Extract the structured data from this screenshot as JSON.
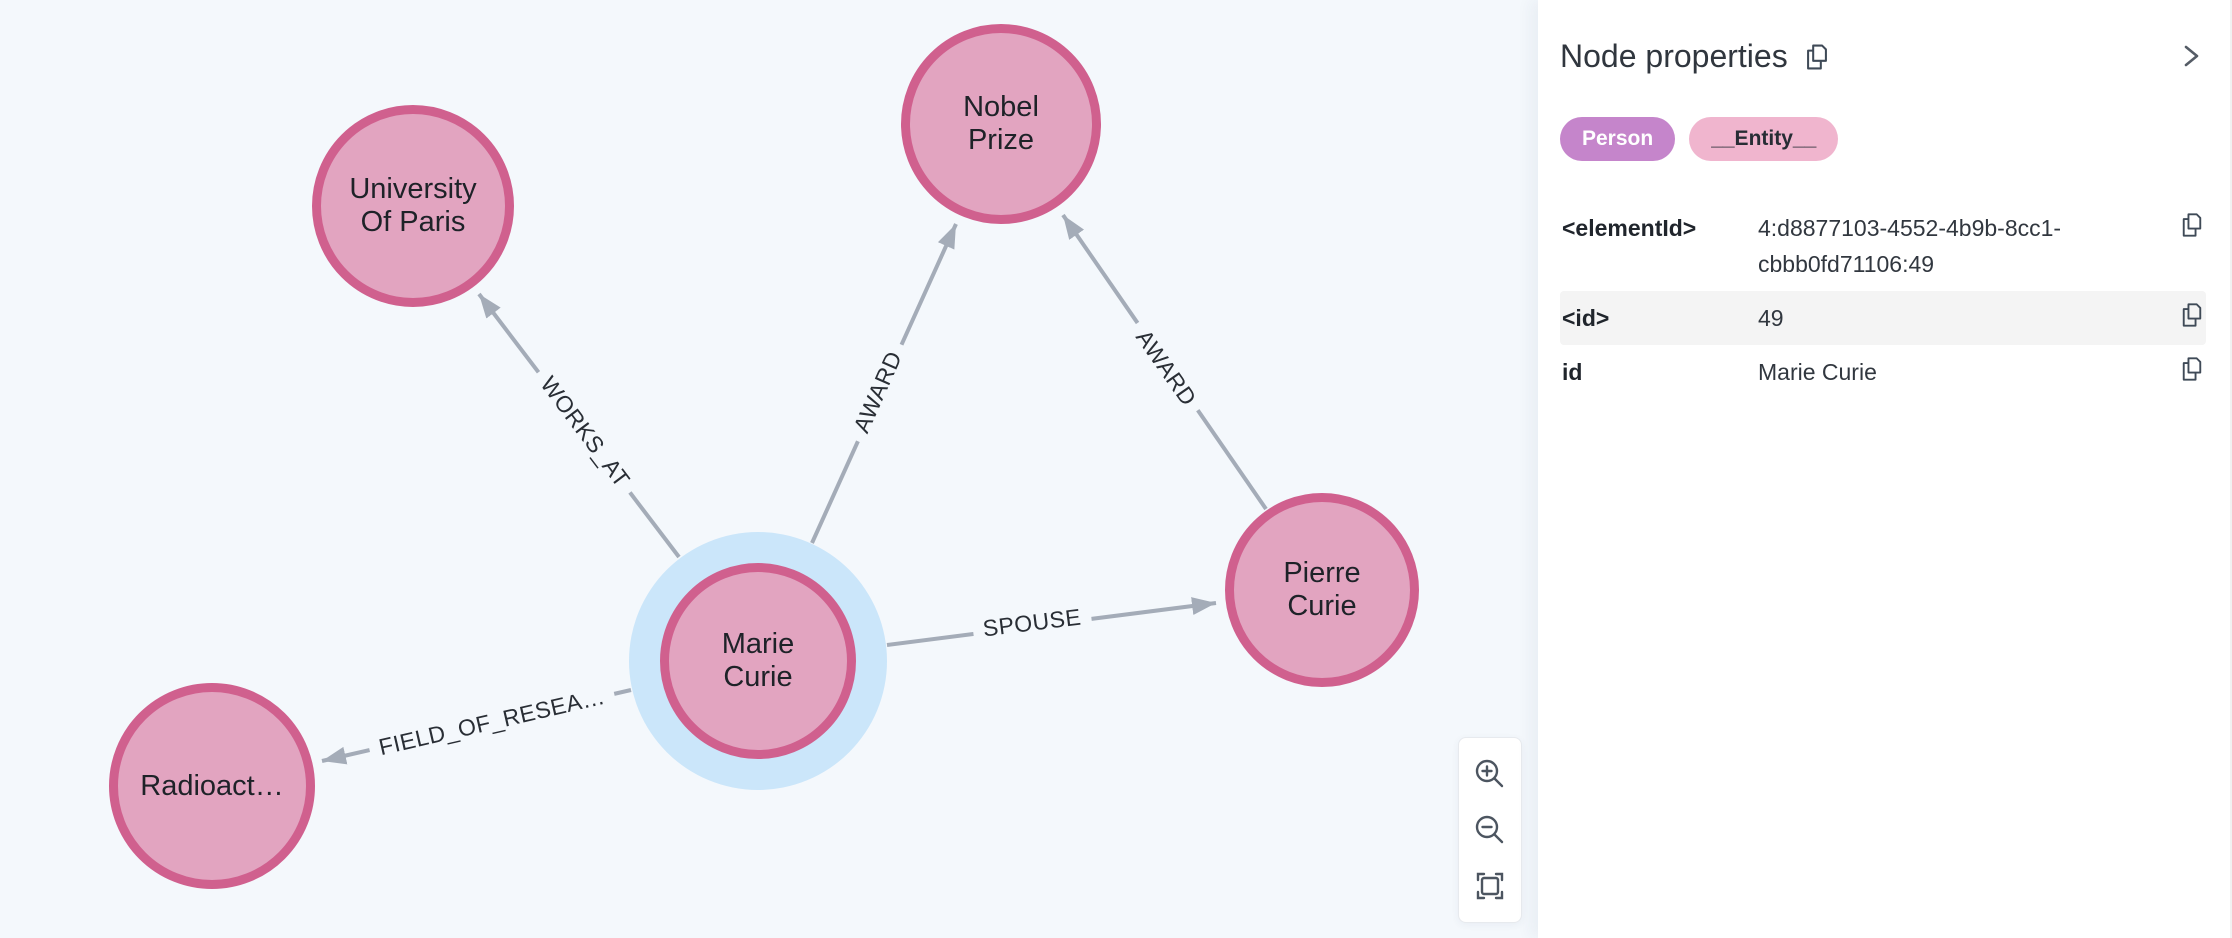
{
  "panel": {
    "title": "Node properties",
    "node_labels": [
      {
        "text": "Person",
        "color": "#c585cb"
      },
      {
        "text": "__Entity__",
        "color": "#f0b5ce"
      }
    ],
    "properties": [
      {
        "key": "<elementId>",
        "value": "4:d8877103-4552-4b9b-8cc1-cbbb0fd71106:49"
      },
      {
        "key": "<id>",
        "value": "49"
      },
      {
        "key": "id",
        "value": "Marie Curie"
      }
    ]
  },
  "graph": {
    "selected_node": "Marie Curie",
    "colors": {
      "node_fill": "#e2a4c0",
      "node_border": "#d0608e",
      "selection_halo": "#cbe6fa",
      "edge": "#a4acb8",
      "canvas_background": "#f4f8fc"
    },
    "nodes": [
      {
        "id": "university-of-paris",
        "lines": [
          "University",
          "Of Paris"
        ]
      },
      {
        "id": "nobel-prize",
        "lines": [
          "Nobel",
          "Prize"
        ]
      },
      {
        "id": "marie-curie",
        "lines": [
          "Marie",
          "Curie"
        ],
        "selected": true
      },
      {
        "id": "pierre-curie",
        "lines": [
          "Pierre",
          "Curie"
        ]
      },
      {
        "id": "radioactivity",
        "lines": [
          "Radioact…"
        ]
      }
    ],
    "edges": [
      {
        "type": "WORKS_AT",
        "from": "marie-curie",
        "to": "university-of-paris"
      },
      {
        "type": "AWARD",
        "from": "marie-curie",
        "to": "nobel-prize"
      },
      {
        "type": "AWARD",
        "from": "pierre-curie",
        "to": "nobel-prize"
      },
      {
        "type": "SPOUSE",
        "from": "marie-curie",
        "to": "pierre-curie"
      },
      {
        "type": "FIELD_OF_RESEA…",
        "from": "marie-curie",
        "to": "radioactivity"
      }
    ]
  }
}
